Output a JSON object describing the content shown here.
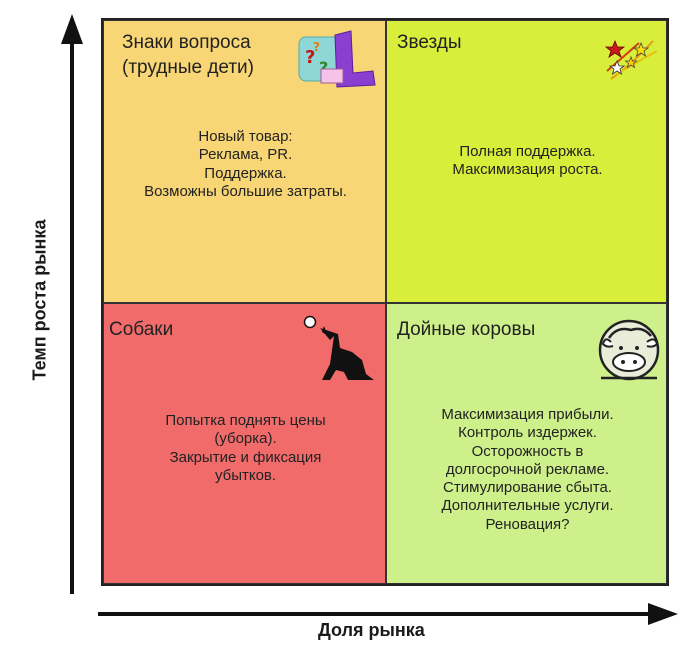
{
  "colors": {
    "question_marks": "#f8d675",
    "stars": "#d8ee3a",
    "dogs": "#f26b6b",
    "cash_cows": "#cdf08a",
    "border": "#222222"
  },
  "axes": {
    "y_label": "Темп роста рынка",
    "x_label": "Доля рынка"
  },
  "quadrants": {
    "question_marks": {
      "title": [
        "Знаки вопроса",
        "(трудные дети)"
      ],
      "body": [
        "Новый товар:",
        "Реклама,  PR.",
        "Поддержка.",
        "Возможны большие затраты."
      ],
      "icon": "question-mark-icon"
    },
    "stars": {
      "title": [
        "Звезды"
      ],
      "body": [
        "Полная поддержка.",
        "Максимизация роста."
      ],
      "icon": "shooting-stars-icon"
    },
    "dogs": {
      "title": [
        "Собаки"
      ],
      "body": [
        "Попытка поднять цены",
        "(уборка).",
        "Закрытие и фиксация",
        "убытков."
      ],
      "icon": "howling-dog-icon"
    },
    "cash_cows": {
      "title": [
        "Дойные коровы"
      ],
      "body": [
        "Максимизация прибыли.",
        "Контроль издержек.",
        "Осторожность в",
        "долгосрочной рекламе.",
        "Стимулирование сбыта.",
        "Дополнительные услуги.",
        "Реновация?"
      ],
      "icon": "cow-head-icon"
    }
  }
}
